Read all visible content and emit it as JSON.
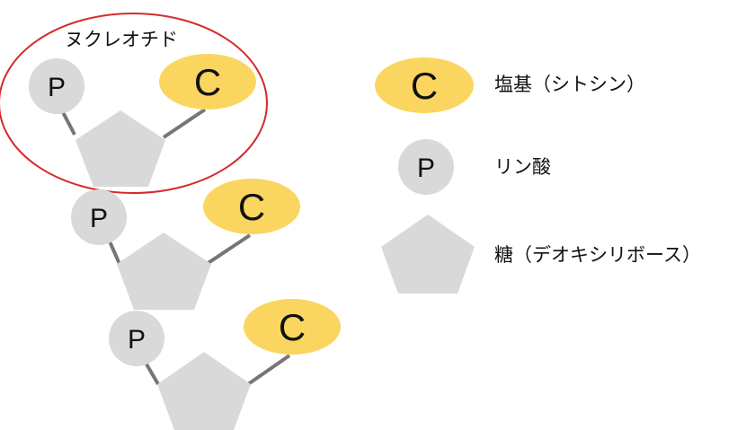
{
  "highlight": {
    "label": "ヌクレオチド",
    "color": "#d62b2b"
  },
  "units": [
    {
      "phosphate": "P",
      "base": "C"
    },
    {
      "phosphate": "P",
      "base": "C"
    },
    {
      "phosphate": "P",
      "base": "C"
    }
  ],
  "legend": {
    "base": {
      "symbol": "C",
      "label": "塩基（シトシン）"
    },
    "phosphate": {
      "symbol": "P",
      "label": "リン酸"
    },
    "sugar": {
      "label": "糖（デオキシリボース）"
    }
  },
  "colors": {
    "base_fill": "#fad660",
    "phosphate_fill": "#d9d9d9",
    "sugar_fill": "#d9d9d9",
    "bond": "#767676"
  }
}
